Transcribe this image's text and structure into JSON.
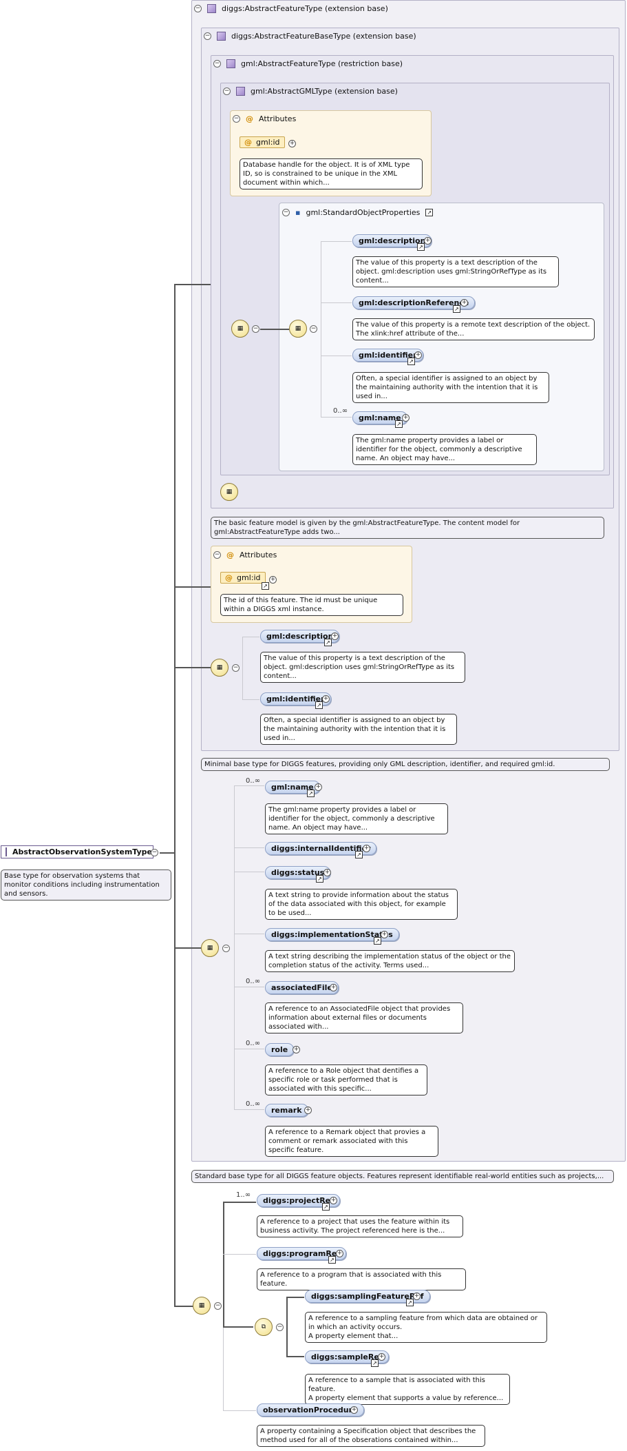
{
  "root": {
    "name": "AbstractObservationSystemType",
    "doc": "Base type for observation systems that monitor conditions including instrumentation and sensors."
  },
  "bases": {
    "feature_ext": "diggs:AbstractFeatureType (extension base)",
    "feature_base_ext": "diggs:AbstractFeatureBaseType (extension base)",
    "gml_feature_restr": "gml:AbstractFeatureType (restriction base)",
    "gml_type_ext": "gml:AbstractGMLType (extension base)"
  },
  "attributes_label": "Attributes",
  "attr1": {
    "name": "gml:id",
    "doc": "Database handle for the object. It is of XML type ID, so is constrained to be unique in the XML document within which..."
  },
  "std_props": "gml:StandardObjectProperties",
  "std": [
    {
      "name": "gml:description",
      "doc": "The value of this property is a text description of the object. gml:description uses gml:StringOrRefType as its content..."
    },
    {
      "name": "gml:descriptionReference",
      "doc": "The value of this property is a remote text description of the object. The xlink:href attribute of the..."
    },
    {
      "name": "gml:identifier",
      "doc": "Often, a special identifier is assigned to an object by the maintaining authority with the intention that it is used in..."
    },
    {
      "name": "gml:name",
      "occ": "0..∞",
      "doc": "The gml:name property provides a label or identifier for the object, commonly a descriptive name. An object may have..."
    }
  ],
  "gml_feature_doc": "The basic feature model is given by the gml:AbstractFeatureType. The content model for gml:AbstractFeatureType adds two...",
  "attr2": {
    "name": "gml:id",
    "doc": "The id of this feature. The id must be unique within a DIGGS xml instance."
  },
  "base_seq": [
    {
      "name": "gml:description",
      "doc": "The value of this property is a text description of the object. gml:description uses gml:StringOrRefType as its content..."
    },
    {
      "name": "gml:identifier",
      "doc": "Often, a special identifier is assigned to an object by the maintaining authority with the intention that it is used in..."
    }
  ],
  "feature_base_doc": "Minimal base type for DIGGS features, providing only GML description, identifier, and required gml:id.",
  "feat_seq": [
    {
      "name": "gml:name",
      "occ": "0..∞",
      "doc": "The gml:name property provides a label or identifier for the object, commonly a descriptive name. An object may have..."
    },
    {
      "name": "diggs:internalIdentifier",
      "doc": ""
    },
    {
      "name": "diggs:status",
      "doc": "A text string to provide information about the status of the data associated with this object, for example to be used..."
    },
    {
      "name": "diggs:implementationStatus",
      "doc": "A text string describing the implementation status of the object or the completion status of the activity. Terms used..."
    },
    {
      "name": "associatedFile",
      "occ": "0..∞",
      "doc": "A reference to an AssociatedFile object that provides information about external files or documents associated with..."
    },
    {
      "name": "role",
      "occ": "0..∞",
      "doc": "A reference to a Role object that dentifies a specific role or task performed that is associated with this specific..."
    },
    {
      "name": "remark",
      "occ": "0..∞",
      "doc": "A reference to a Remark object that provies a comment or remark associated with this specific feature."
    }
  ],
  "feature_doc": "Standard base type for all DIGGS feature objects. Features represent identifiable real-world entities such as projects,...",
  "main_seq": {
    "projectRef": {
      "name": "diggs:projectRef",
      "occ": "1..∞",
      "doc": "A reference to a project that uses the feature within its business activity. The project referenced here is the..."
    },
    "programRef": {
      "name": "diggs:programRef",
      "doc": "A reference to a program that is associated with this feature."
    },
    "samplingFeatureRef": {
      "name": "diggs:samplingFeatureRef",
      "doc": "A reference to a sampling feature from which data are obtained or in which an activity occurs.\nA property element that..."
    },
    "sampleRef": {
      "name": "diggs:sampleRef",
      "doc": "A reference to a sample that is associated with this feature.\nA property element that supports a value by reference..."
    },
    "observationProcedure": {
      "name": "observationProcedure",
      "doc": "A property containing a Specification object that describes the method used for all of the obserations contained within..."
    }
  }
}
